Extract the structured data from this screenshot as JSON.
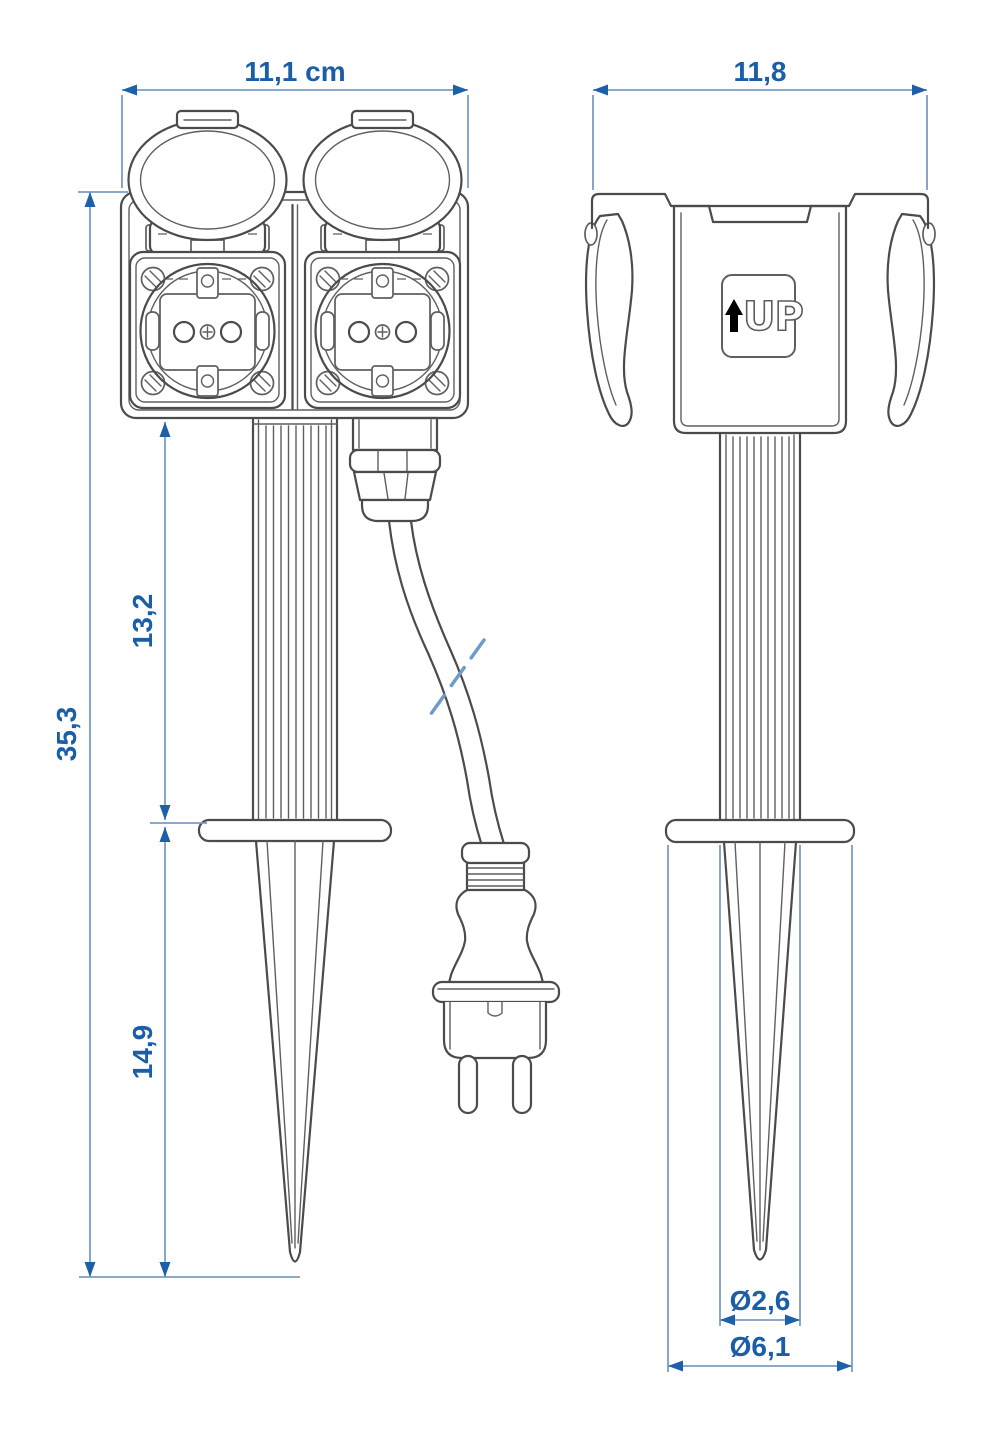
{
  "colors": {
    "background": "#ffffff",
    "outline": "#4b4b4b",
    "detail_line": "#5f5f5f",
    "dimension_line": "#7b9dc2",
    "dimension_arrow": "#1d5fa9",
    "dimension_text": "#1a5ea8"
  },
  "front_view": {
    "dim_width": "11,1 cm",
    "dim_total_height": "35,3",
    "dim_shaft_height": "13,2",
    "dim_spike_height": "14,9"
  },
  "side_view": {
    "dim_depth": "11,8",
    "dim_spike_diameter": "Ø2,6",
    "dim_flange_diameter": "Ø6,1",
    "up_marking": "UP"
  }
}
